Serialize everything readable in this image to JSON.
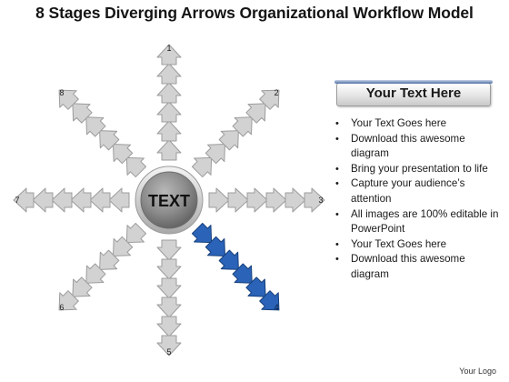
{
  "title": "8 Stages Diverging Arrows Organizational Workflow Model",
  "center_label": "TEXT",
  "stage_numbers": [
    "1",
    "2",
    "3",
    "4",
    "5",
    "6",
    "7",
    "8"
  ],
  "highlighted_stage": "4",
  "colors": {
    "arrow_fill": "#d2d2d2",
    "arrow_edge": "#9c9c9c",
    "highlight_fill": "#2a63b8",
    "highlight_edge": "#173f7a",
    "center_fill": "#8a8a8a",
    "title_box_accent": "#4d6fa3"
  },
  "text_box": {
    "heading": "Your Text Here",
    "bullets": [
      "Your Text Goes here",
      "Download this awesome diagram",
      "Bring your presentation to life",
      "Capture your audience’s attention",
      "All images are 100% editable in PowerPoint",
      "Your Text Goes here",
      "Download this awesome diagram"
    ]
  },
  "footer": "Your Logo"
}
